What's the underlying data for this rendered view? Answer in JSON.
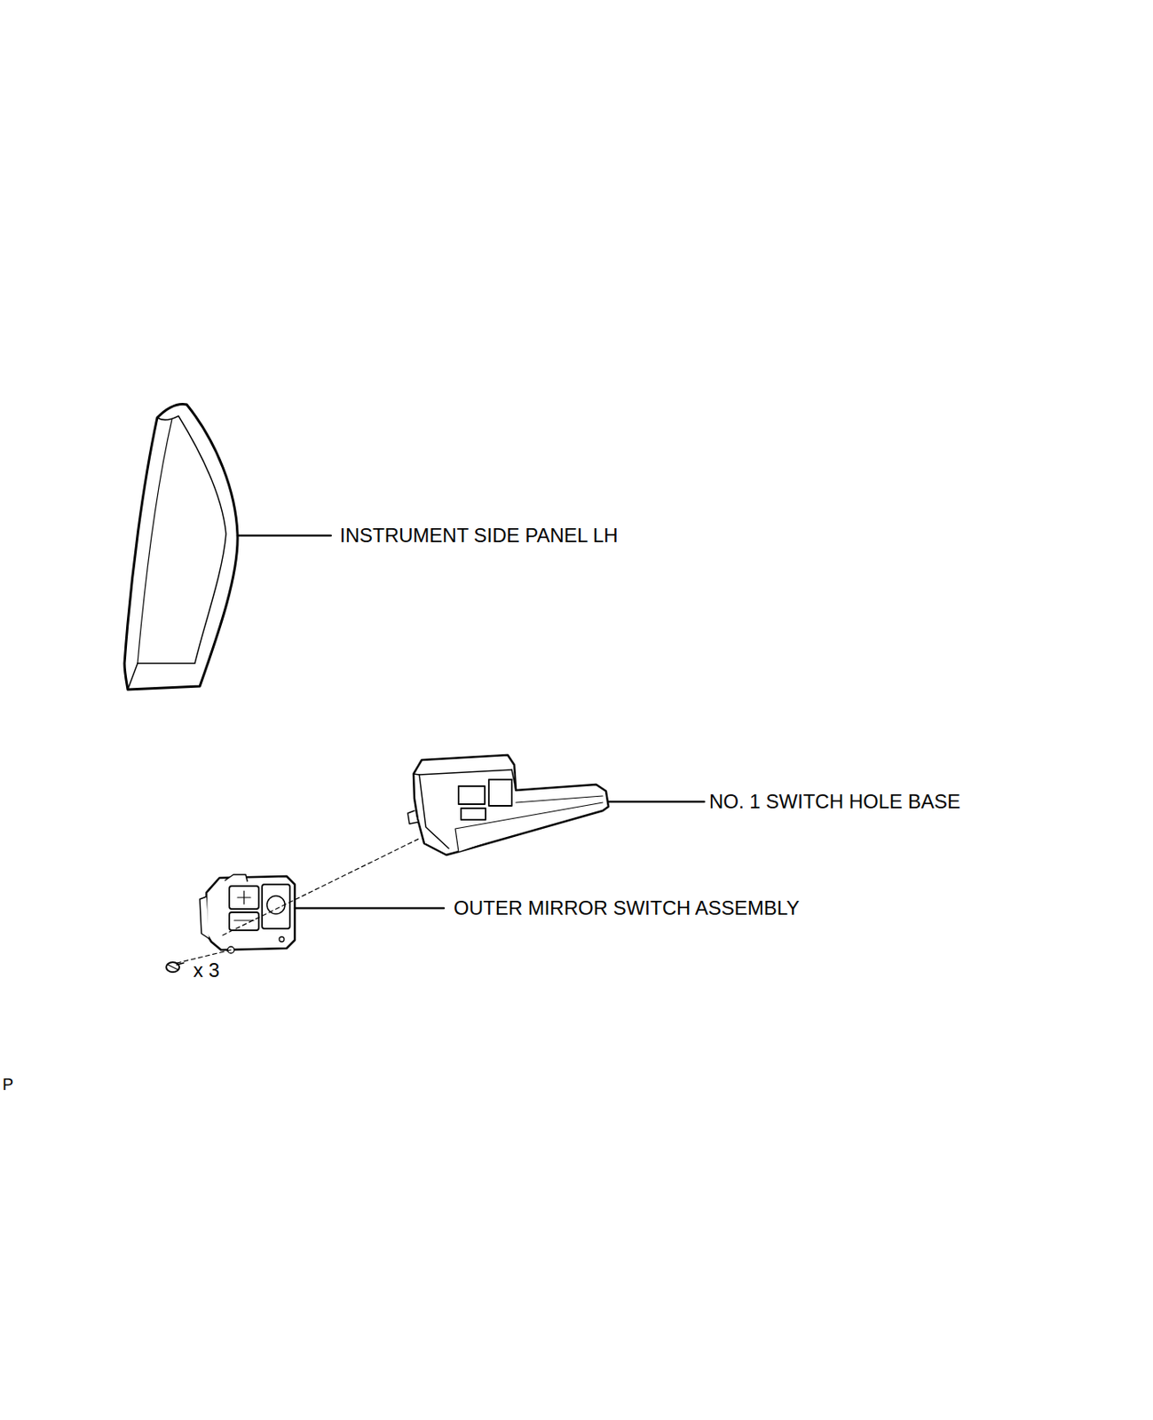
{
  "diagram": {
    "labels": [
      "INSTRUMENT SIDE PANEL LH",
      "NO. 1 SWITCH HOLE BASE",
      "OUTER MIRROR SWITCH ASSEMBLY",
      "x 3",
      "P"
    ]
  }
}
